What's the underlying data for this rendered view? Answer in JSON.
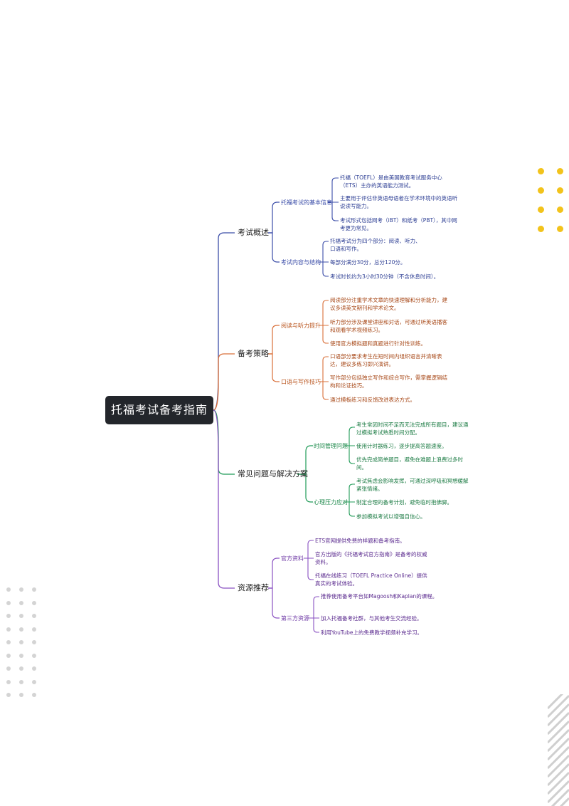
{
  "root": {
    "title": "托福考试备考指南"
  },
  "colors": {
    "blue": "#3b4da8",
    "orange": "#d9703a",
    "green": "#1f9b57",
    "purple": "#8a52c2",
    "dot_yellow": "#f2c31b",
    "dot_gray": "#d4d4d4"
  },
  "branches": [
    {
      "label": "考试概述",
      "subs": [
        {
          "label": "托福考试的基本信息",
          "items": [
            "托福（TOEFL）是由美国教育考试服务中心（ETS）主办的英语能力测试。",
            "主要用于评估非英语母语者在学术环境中的英语听说读写能力。",
            "考试形式包括网考（iBT）和纸考（PBT），其中网考更为常见。"
          ]
        },
        {
          "label": "考试内容与结构",
          "items": [
            "托福考试分为四个部分：阅读、听力、口语和写作。",
            "每部分满分30分，总分120分。",
            "考试时长约为3小时30分钟（不含休息时间）。"
          ]
        }
      ]
    },
    {
      "label": "备考策略",
      "subs": [
        {
          "label": "阅读与听力提升",
          "items": [
            "阅读部分注重学术文章的快速理解和分析能力，建议多读英文期刊和学术论文。",
            "听力部分涉及课堂讲座和对话，可通过听英语播客和观看学术视频练习。",
            "使用官方模拟题和真题进行针对性训练。"
          ]
        },
        {
          "label": "口语与写作技巧",
          "items": [
            "口语部分要求考生在短时间内组织语言并清晰表达，建议多练习即兴演讲。",
            "写作部分包括独立写作和综合写作，需掌握逻辑结构和论证技巧。",
            "通过模板练习和反馈改进表达方式。"
          ]
        }
      ]
    },
    {
      "label": "常见问题与解决方案",
      "subs": [
        {
          "label": "时间管理问题",
          "items": [
            "考生常因时间不足而无法完成所有题目，建议通过模拟考试熟悉时间分配。",
            "使用计时器练习，逐步提高答题速度。",
            "优先完成简单题目，避免在难题上浪费过多时间。"
          ]
        },
        {
          "label": "心理压力应对",
          "items": [
            "考试焦虑会影响发挥，可通过深呼吸和冥想缓解紧张情绪。",
            "制定合理的备考计划，避免临时抱佛脚。",
            "参加模拟考试以增强自信心。"
          ]
        }
      ]
    },
    {
      "label": "资源推荐",
      "subs": [
        {
          "label": "官方资料",
          "items": [
            "ETS官网提供免费的样题和备考指南。",
            "官方出版的《托福考试官方指南》是备考的权威资料。",
            "托福在线练习（TOEFL Practice Online）提供真实的考试体验。"
          ]
        },
        {
          "label": "第三方资源",
          "items": [
            "推荐使用备考平台如Magoosh和Kaplan的课程。",
            "加入托福备考社群，与其他考生交流经验。",
            "利用YouTube上的免费教学视频补充学习。"
          ]
        }
      ]
    }
  ]
}
